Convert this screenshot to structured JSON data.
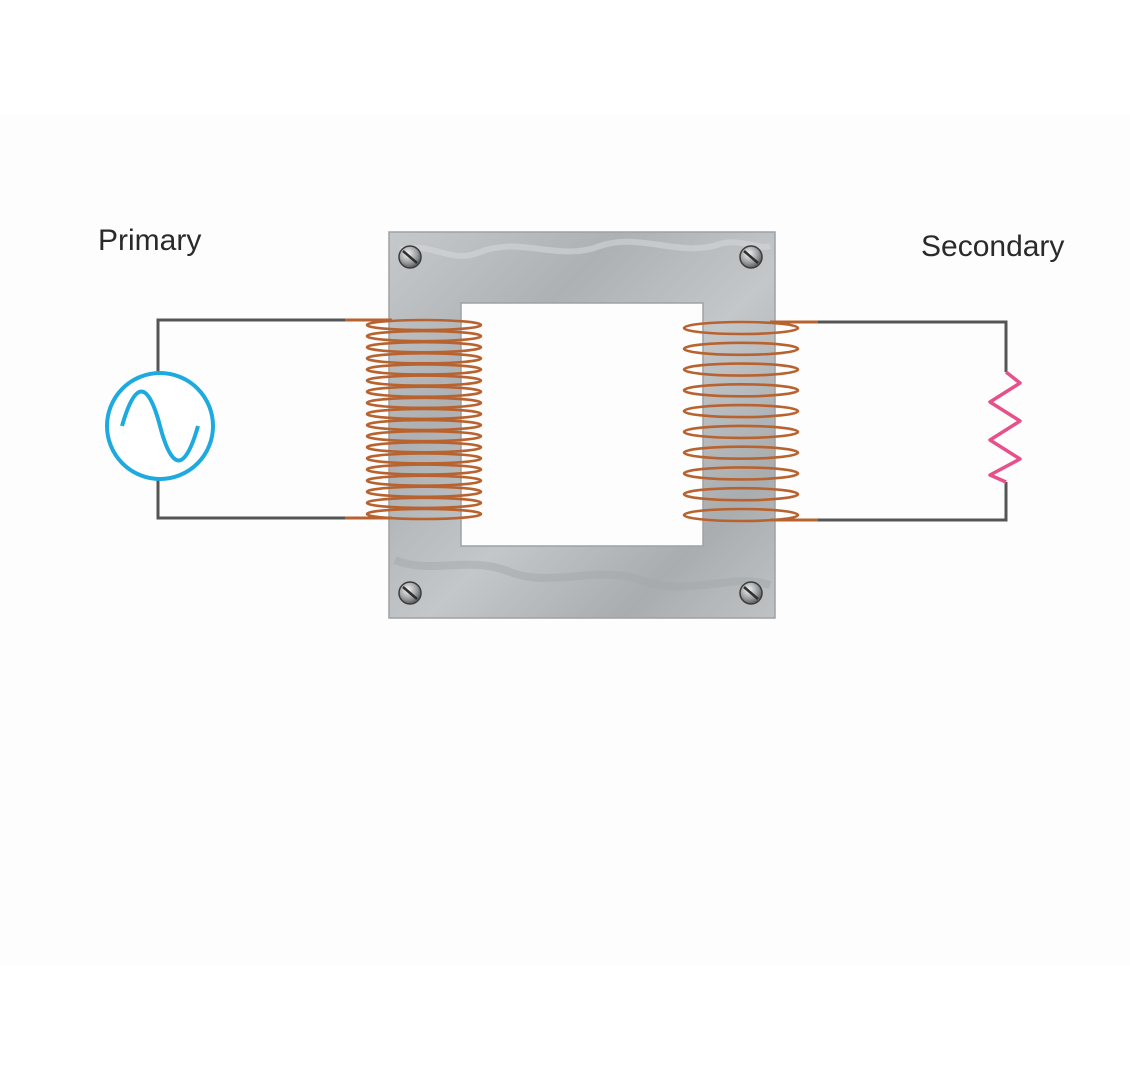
{
  "labels": {
    "primary": "Primary",
    "secondary": "Secondary"
  },
  "components": {
    "source_icon": "ac-voltage-source-icon",
    "load_icon": "resistor-icon",
    "core": "laminated-iron-core",
    "primary_turns": 18,
    "secondary_turns": 10
  },
  "colors": {
    "wire": "#555555",
    "source": "#1eaadf",
    "resistor": "#e8508c",
    "copper": "#b8632f",
    "core": "#b7bbbd",
    "label": "#2a2a2a"
  }
}
